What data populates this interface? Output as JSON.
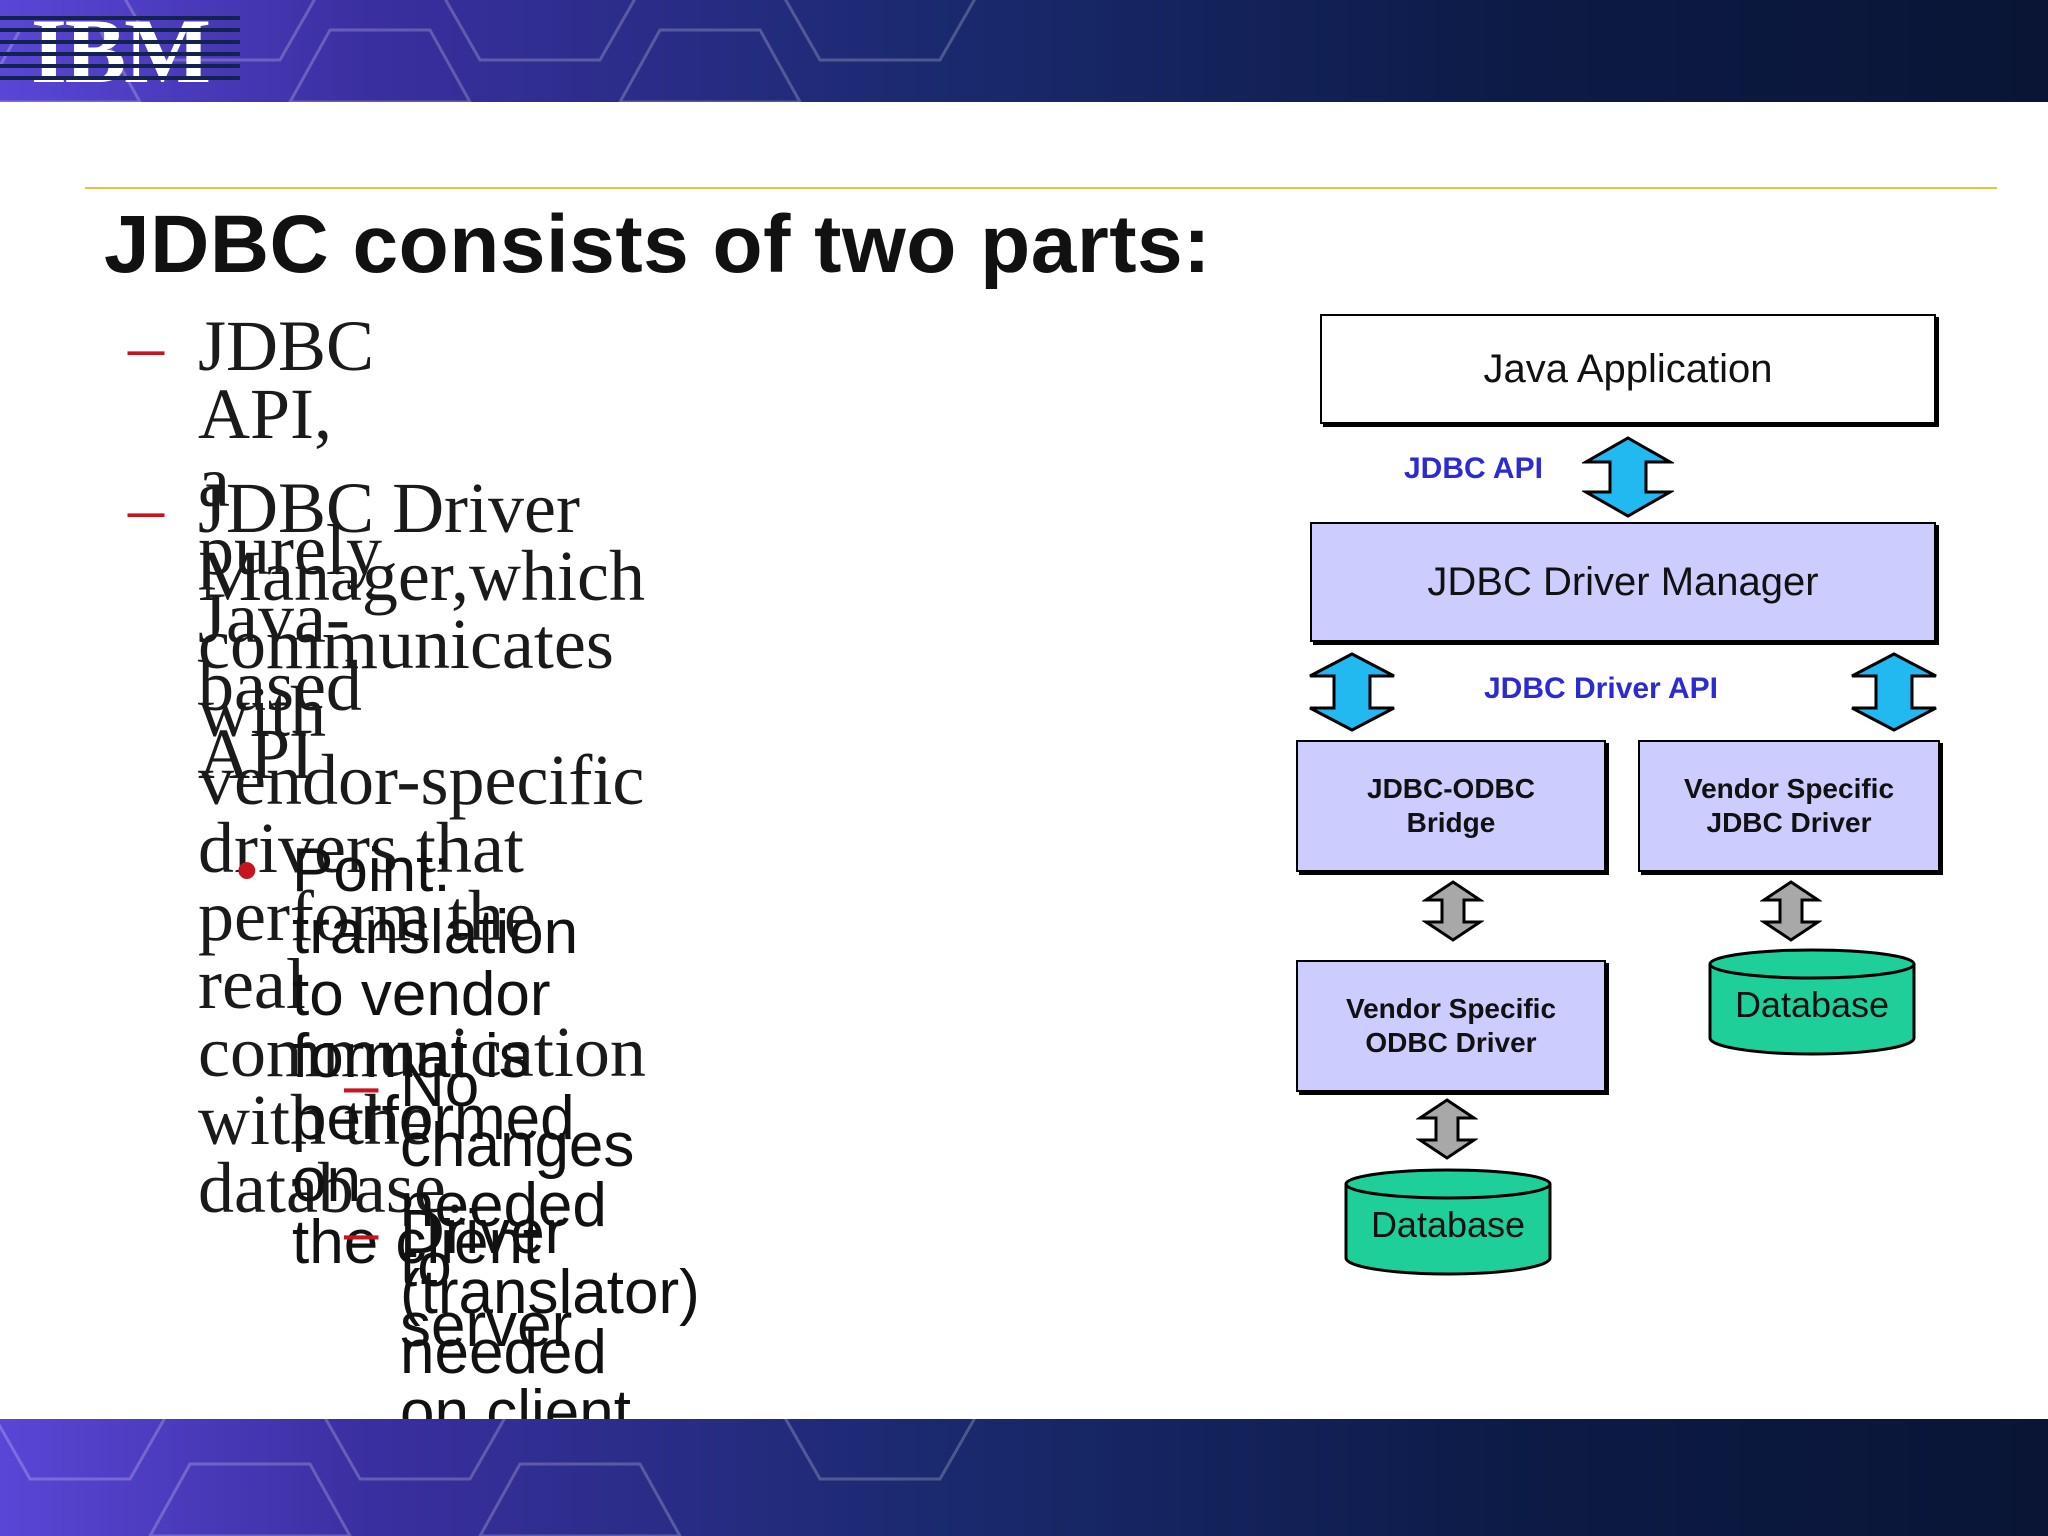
{
  "header": {
    "logo_text": "IBM"
  },
  "slide": {
    "title": "JDBC consists of two parts:",
    "bullets": [
      {
        "marker": "–",
        "text": "JDBC API, a purely\nJava-based API"
      },
      {
        "marker": "–",
        "text": "JDBC Driver Manager,which\ncommunicates with\nvendor-specific drivers that\nperform the real communication\nwith the database."
      }
    ],
    "sub_bullet": {
      "marker": "•",
      "text": "Point: translation to vendor\nformat is performed on\nthe client"
    },
    "sub_sub_bullets": [
      {
        "marker": "–",
        "text": "No changes needed\nto server"
      },
      {
        "marker": "–",
        "text": "Driver (translator) needed\non client"
      }
    ]
  },
  "diagram": {
    "java_application": "Java Application",
    "jdbc_api_label": "JDBC API",
    "driver_manager": "JDBC Driver Manager",
    "driver_api_label": "JDBC Driver API",
    "bridge": "JDBC-ODBC\nBridge",
    "vendor_jdbc_driver": "Vendor Specific\nJDBC Driver",
    "vendor_odbc_driver": "Vendor Specific\nODBC Driver",
    "database_left": "Database",
    "database_right": "Database"
  },
  "colors": {
    "accent_red": "#c8141e",
    "api_blue": "#2b2bd1",
    "box_lavender": "#ccccff",
    "arrow_cyan": "#22b8f0",
    "arrow_gray": "#a8a8a8",
    "database_green": "#1fcf9a",
    "rule_gold": "#e8c23a"
  }
}
